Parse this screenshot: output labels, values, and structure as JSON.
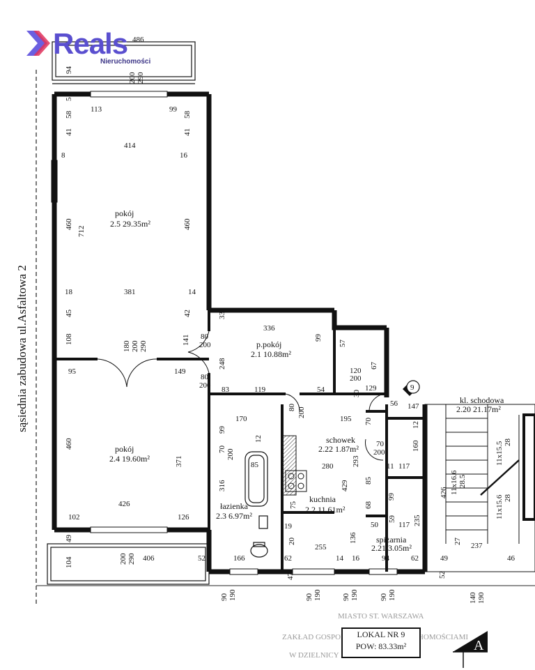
{
  "brand": {
    "name": "Reals",
    "subtitle": "Nieruchomości",
    "accent_color": "#5a4fcf",
    "logo_icon": "chevron-mark-icon"
  },
  "side_label": "sąsiednia zabudowa ul.Asfaltowa 2",
  "rooms": {
    "r25": {
      "name": "pokój",
      "area": "2.5 29.35m²"
    },
    "r24": {
      "name": "pokój",
      "area": "2.4 19.60m²"
    },
    "r21": {
      "name": "p.pokój",
      "area": "2.1 10.88m²"
    },
    "r222": {
      "name": "schowek",
      "area": "2.22 1.87m²"
    },
    "r23": {
      "name": "łazienka",
      "area": "2.3 6.97m²"
    },
    "r22": {
      "name": "kuchnia",
      "area": "2.2 11.61m²"
    },
    "r221": {
      "name": "spiżarnia",
      "area": "2.21 3.05m²"
    },
    "r220": {
      "name": "kl. schodowa",
      "area": "2.20 21.17m²"
    }
  },
  "lokal": {
    "number": "LOKAL NR 9",
    "area": "POW: 83.33m²"
  },
  "section_marker": "A",
  "axis_marker": "9",
  "faded_text": {
    "line1": "MIASTO ST. WARSZAWA",
    "line2": "ZAKŁAD GOSPODAROWANIA NIERUCHOMOŚCIAMI",
    "line3": "W DZIELNICY ... WARSZAWA"
  },
  "dims": {
    "d486": "486",
    "d94": "94",
    "d200a": "200",
    "d290a": "290",
    "d51": "51",
    "d113": "113",
    "d99a": "99",
    "d58a": "58",
    "d58b": "58",
    "d41a": "41",
    "d41b": "41",
    "d414": "414",
    "d8": "8",
    "d16a": "16",
    "d460a": "460",
    "d712": "712",
    "d460b": "460",
    "d18": "18",
    "d381": "381",
    "d14a": "14",
    "d45": "45",
    "d42": "42",
    "d108": "108",
    "d180": "180",
    "d200b": "200",
    "d290b": "290",
    "d33": "33",
    "d336": "336",
    "d99b": "99",
    "d57": "57",
    "d80a": "80",
    "d200c": "200",
    "d141": "141",
    "d248": "248",
    "d149": "149",
    "d95": "95",
    "d80b": "80",
    "d200d": "200",
    "d120": "120",
    "d200e": "200",
    "d67": "67",
    "d129": "129",
    "d83": "83",
    "d119": "119",
    "d54": "54",
    "d30": "30",
    "d56": "56",
    "d147": "147",
    "d170": "170",
    "d80c": "80",
    "d200f": "200",
    "d195": "195",
    "d70a": "70",
    "d12a": "12",
    "d99c": "99",
    "d12b": "12",
    "d70b": "70",
    "d200g": "200",
    "d160": "160",
    "d460c": "460",
    "d371": "371",
    "d85a": "85",
    "d280": "280",
    "d293": "293",
    "d11": "11",
    "d117a": "117",
    "d316": "316",
    "d85b": "85",
    "d426a": "426",
    "d429": "429",
    "d75": "75",
    "d68": "68",
    "d99d": "99",
    "d426b": "426",
    "d102": "102",
    "d126": "126",
    "d19": "19",
    "d136": "136",
    "d50": "50",
    "d59": "59",
    "d117b": "117",
    "d235": "235",
    "d49a": "49",
    "d20": "20",
    "d27": "27",
    "d237": "237",
    "d104": "104",
    "d200h": "200",
    "d290c": "290",
    "d406": "406",
    "d52a": "52",
    "d166": "166",
    "d62a": "62",
    "d255": "255",
    "d14b": "14",
    "d16b": "16",
    "d94b": "94",
    "d62b": "62",
    "d49b": "49",
    "d52b": "52",
    "d46": "46",
    "d47": "47",
    "d90a": "90",
    "d190a": "190",
    "d90b": "90",
    "d190b": "190",
    "d90c": "90",
    "d190c": "190",
    "d90d": "90",
    "d190d": "190",
    "d140": "140",
    "d190e": "190",
    "s1": "11x15.5",
    "s2": "28",
    "s3": "11x16.6",
    "s4": "28.5",
    "s5": "11x15.6",
    "s6": "28"
  }
}
